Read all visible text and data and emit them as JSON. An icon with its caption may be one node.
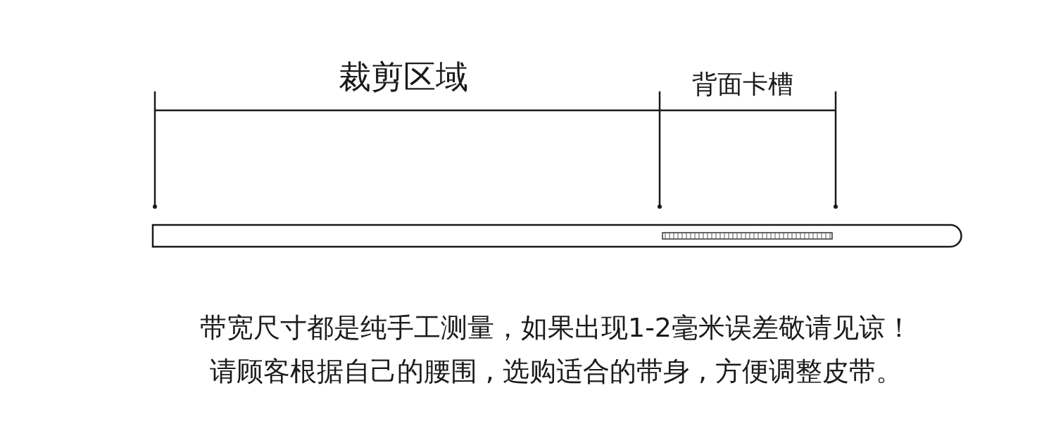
{
  "diagram": {
    "labels": [
      "裁剪区域",
      "背面卡槽",
      "带宽尺寸都是纯手工测量，如果出现1-2毫米误差敬请见谅！",
      "请顾客根据自己的腰围 , 选购适合的带身 , 方便调整皮带。"
    ]
  }
}
